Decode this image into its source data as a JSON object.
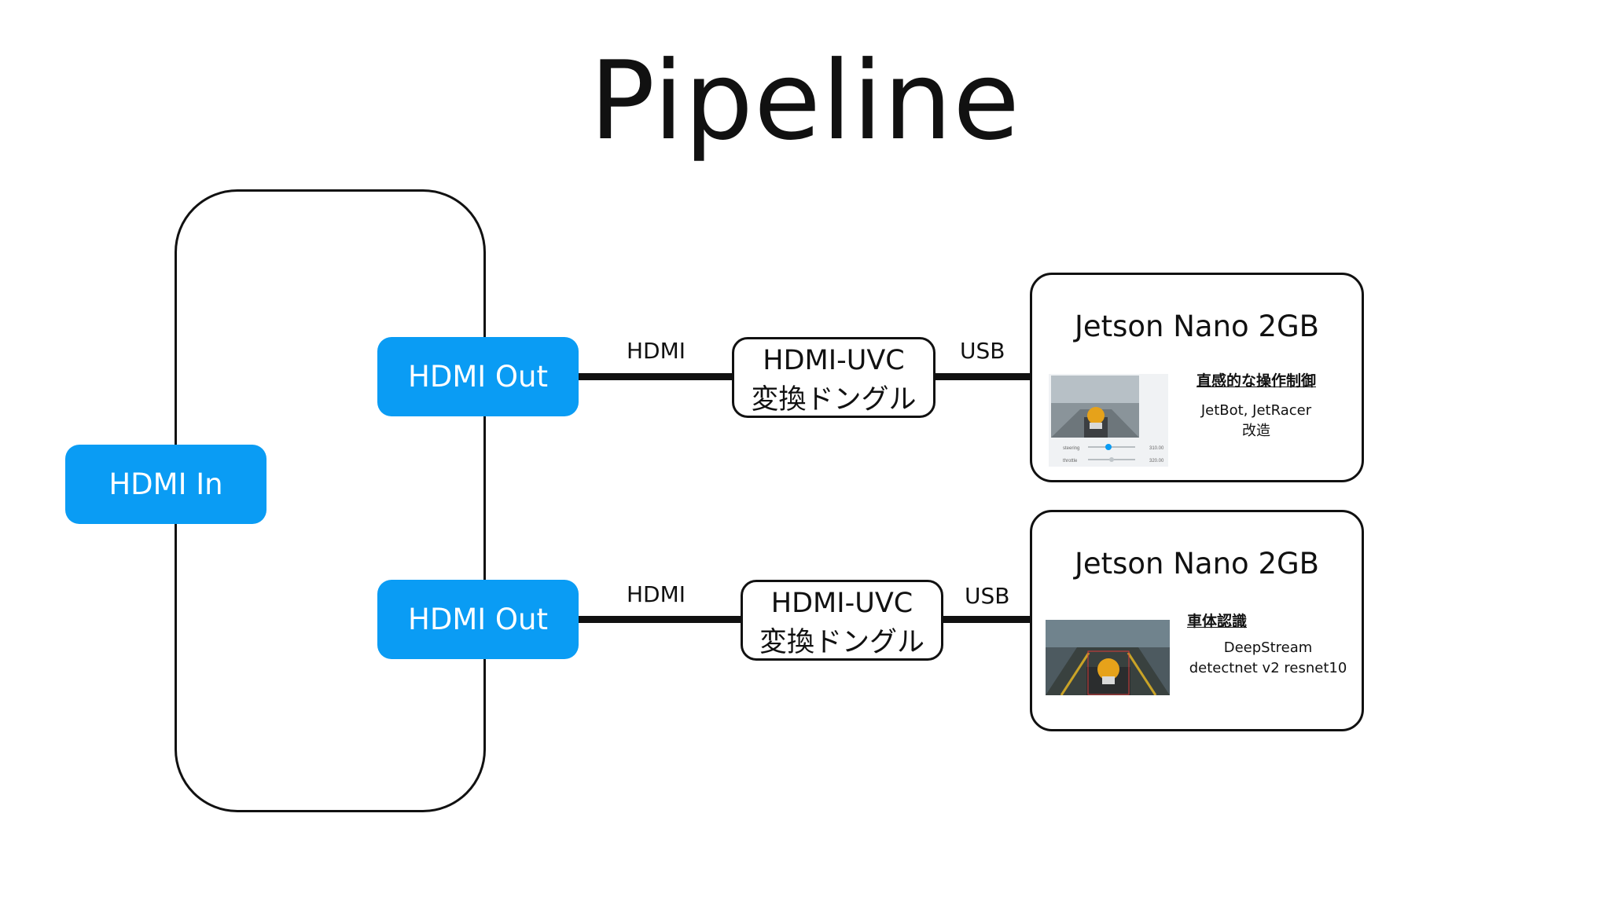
{
  "title": "Pipeline",
  "nodes": {
    "hdmi_in": "HDMI In",
    "hdmi_out_top": "HDMI Out",
    "hdmi_out_bottom": "HDMI Out"
  },
  "edges": {
    "top_hdmi": "HDMI",
    "top_usb": "USB",
    "bottom_hdmi": "HDMI",
    "bottom_usb": "USB"
  },
  "dongles": {
    "top": {
      "line1": "HDMI-UVC",
      "line2": "変換ドングル"
    },
    "bottom": {
      "line1": "HDMI-UVC",
      "line2": "変換ドングル"
    }
  },
  "jetsons": {
    "top": {
      "title": "Jetson Nano 2GB",
      "feature": "直感的な操作制御",
      "desc_line1": "JetBot, JetRacer",
      "desc_line2": "改造",
      "thumb_labels": {
        "steering": "steering",
        "throttle": "throttle",
        "steering_val": "310.00",
        "throttle_val": "320.00"
      }
    },
    "bottom": {
      "title": "Jetson Nano 2GB",
      "feature": "車体認識",
      "desc_line1": "DeepStream",
      "desc_line2": "detectnet v2 resnet10"
    }
  },
  "colors": {
    "accent_blue": "#0a9cf4",
    "line": "#111111"
  }
}
